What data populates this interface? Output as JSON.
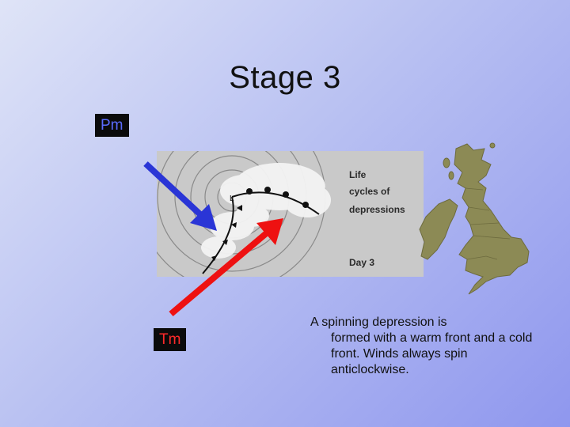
{
  "title": "Stage 3",
  "labels": {
    "pm": "Pm",
    "tm": "Tm"
  },
  "panel": {
    "heading_1": "Life",
    "heading_2": "cycles of",
    "heading_3": "depressions",
    "day": "Day 3",
    "low": "L"
  },
  "description": {
    "line1": "A spinning depression is",
    "rest": "formed with a warm front and a cold front. Winds always spin anticlockwise."
  },
  "colors": {
    "pm_arrow": "#2a35d6",
    "tm_arrow": "#ee1111",
    "uk_land": "#8c8a55",
    "panel_bg": "#c8c8c8"
  }
}
